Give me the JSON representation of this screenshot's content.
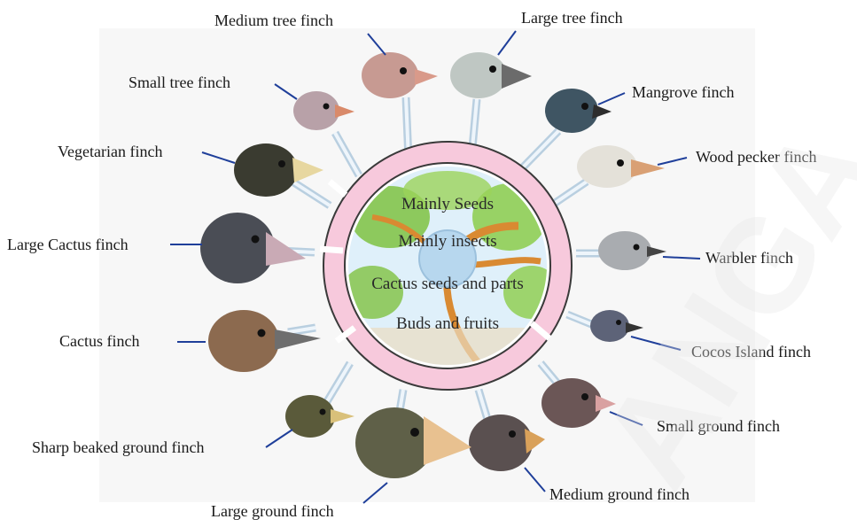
{
  "diagram": {
    "birds": [
      {
        "id": "medium-tree-finch",
        "name": "Medium tree finch"
      },
      {
        "id": "large-tree-finch",
        "name": "Large tree finch"
      },
      {
        "id": "mangrove-finch",
        "name": "Mangrove finch"
      },
      {
        "id": "small-tree-finch",
        "name": "Small tree finch"
      },
      {
        "id": "vegetarian-finch",
        "name": "Vegetarian finch"
      },
      {
        "id": "wood-pecker-finch",
        "name": "Wood pecker finch"
      },
      {
        "id": "large-cactus-finch",
        "name": "Large Cactus finch"
      },
      {
        "id": "warbler-finch",
        "name": "Warbler finch"
      },
      {
        "id": "cactus-finch",
        "name": "Cactus finch"
      },
      {
        "id": "cocos-island-finch",
        "name": "Cocos Island finch"
      },
      {
        "id": "small-ground-finch",
        "name": "Small ground finch"
      },
      {
        "id": "sharp-beaked-ground-finch",
        "name": "Sharp beaked ground finch"
      },
      {
        "id": "medium-ground-finch",
        "name": "Medium ground finch"
      },
      {
        "id": "large-ground-finch",
        "name": "Large ground finch"
      }
    ],
    "diets": [
      "Mainly Seeds",
      "Mainly insects",
      "Cactus seeds and parts",
      "Buds and fruits"
    ],
    "watermark": "ANGA",
    "colors": {
      "ring": "#f7c9dc",
      "ring_stroke": "#3a3a3a",
      "spoke": "#b9cfe0",
      "leader": "#1f3f9a",
      "center": "#b7d7ee",
      "leaf": "#7fc241",
      "branch": "#d98a32"
    }
  }
}
